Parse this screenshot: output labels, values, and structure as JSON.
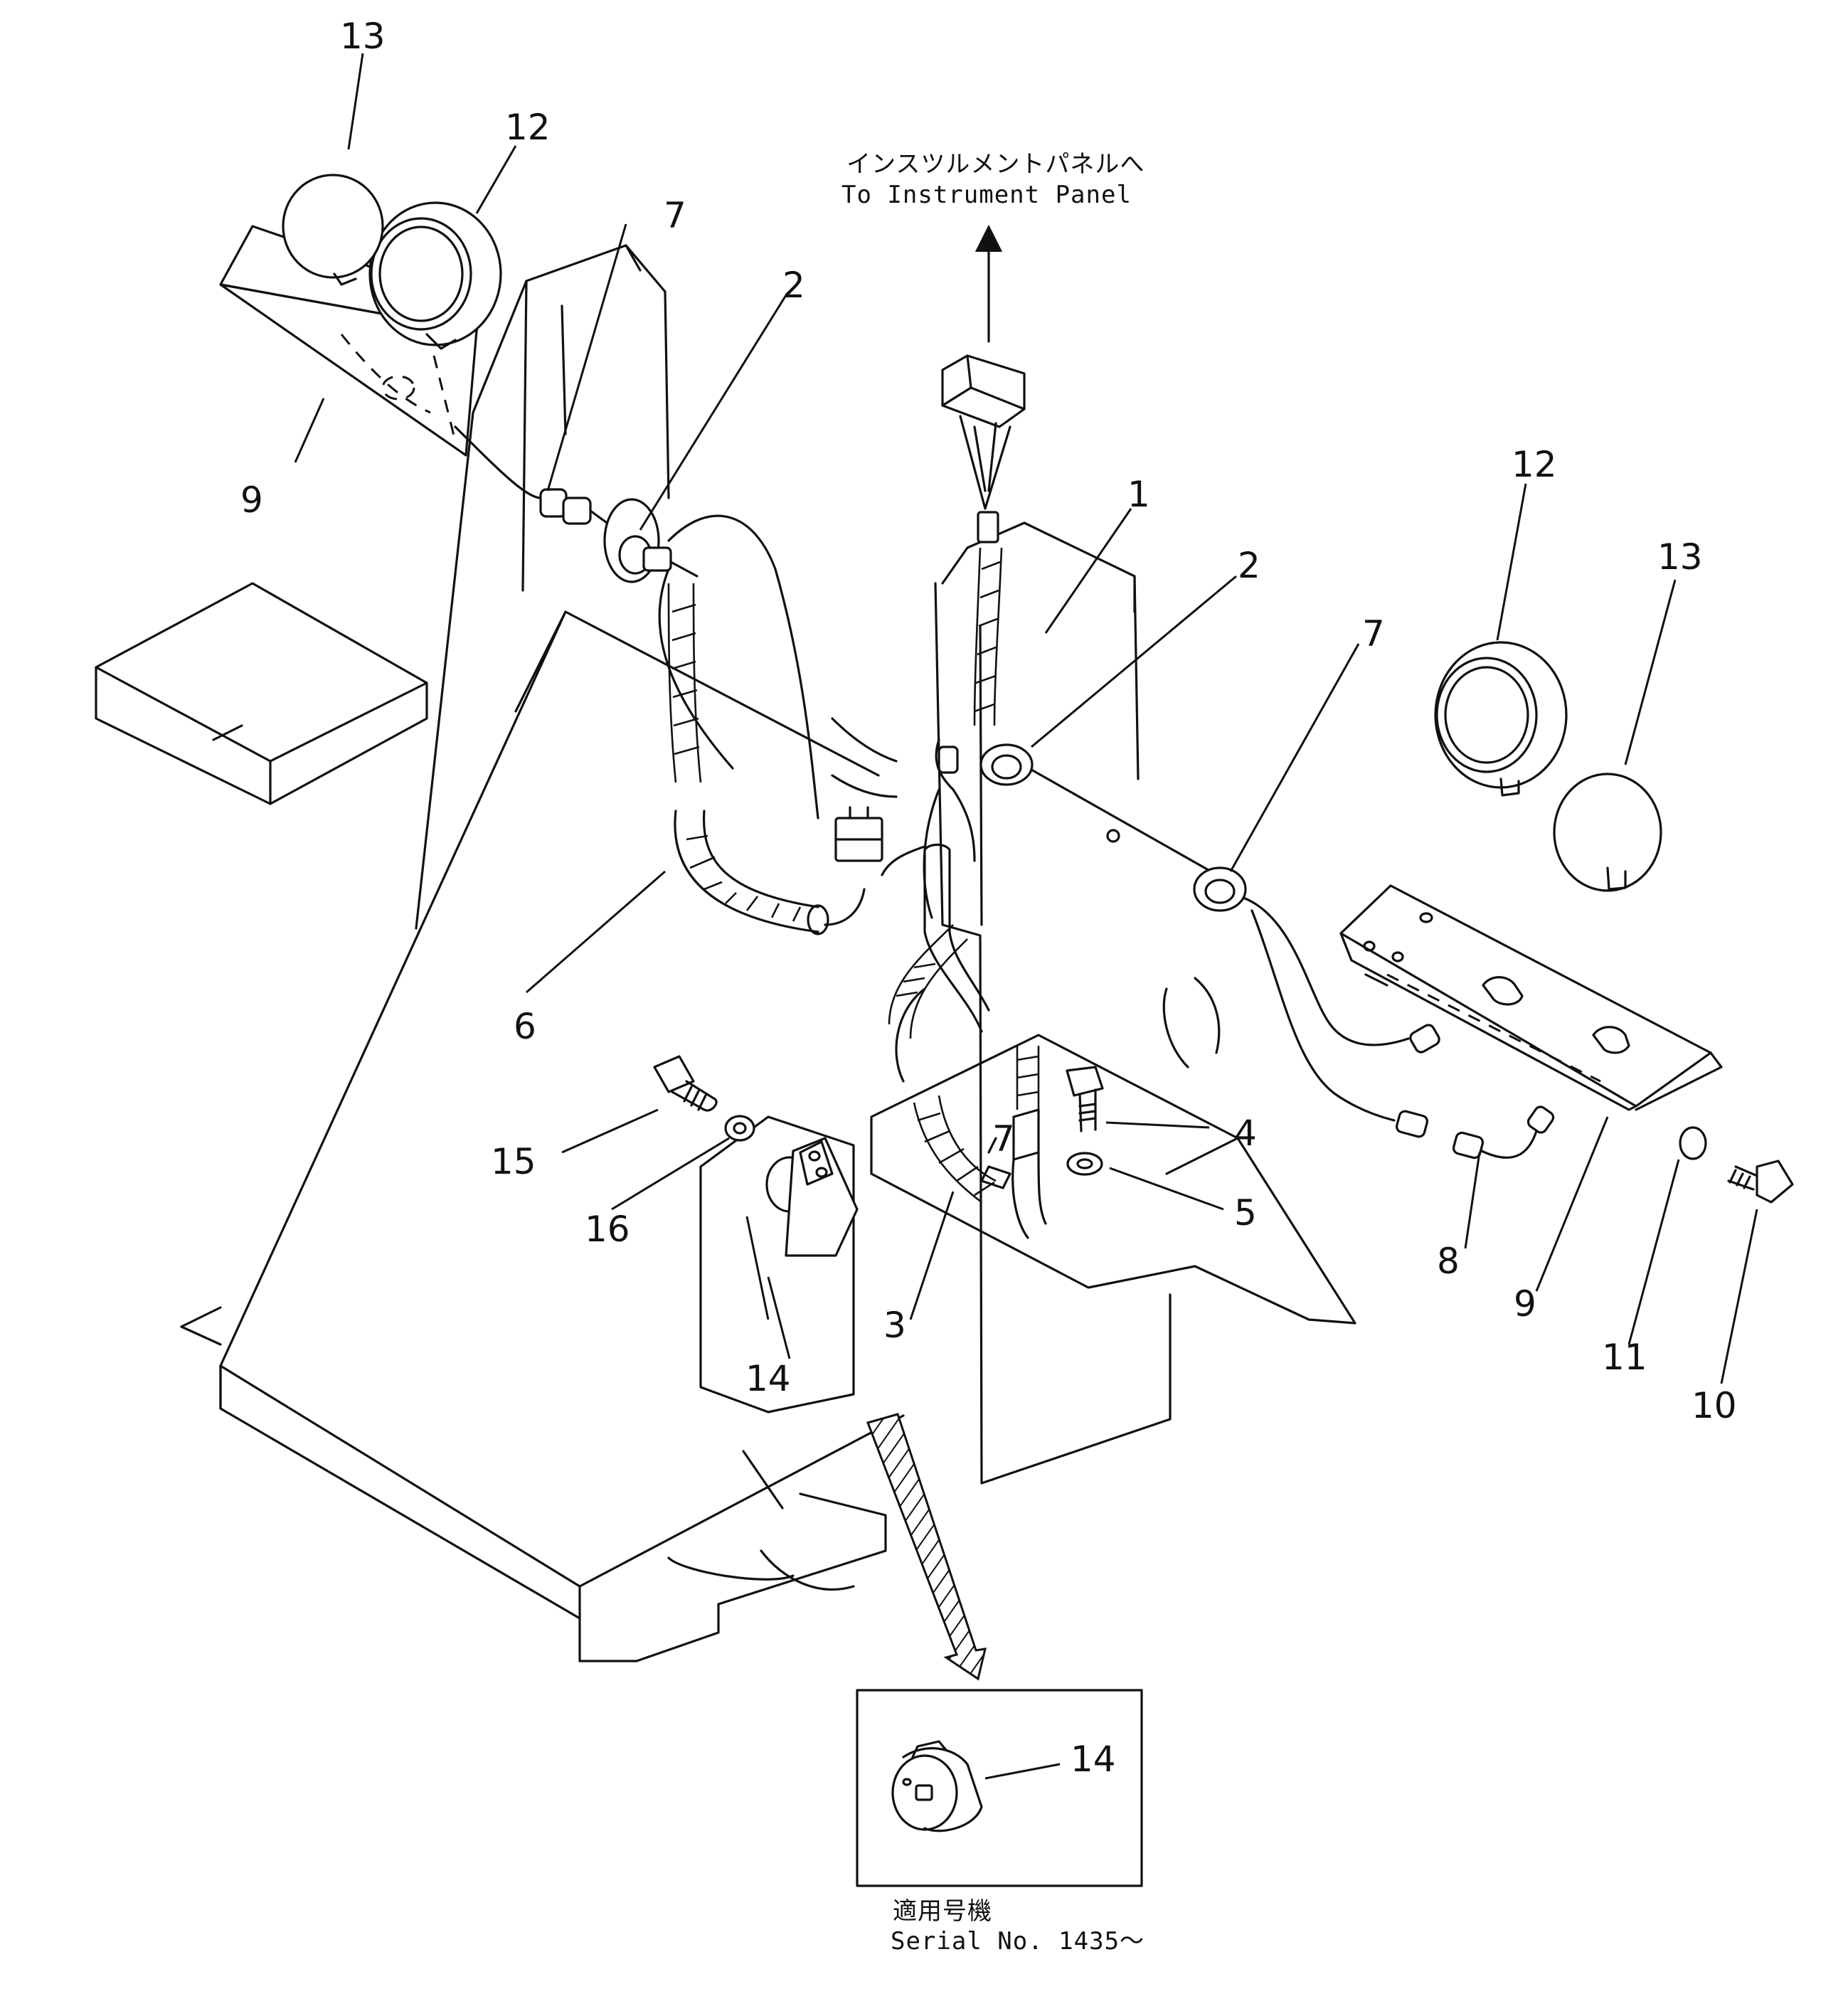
{
  "notes": {
    "instrument_panel_jp": "インスツルメントパネルへ",
    "instrument_panel_en": "To Instrument Panel",
    "serial_jp": "適用号機",
    "serial_en": "Serial No. 1435～"
  },
  "callouts": {
    "c1": "1",
    "c2a": "2",
    "c2b": "2",
    "c3": "3",
    "c4": "4",
    "c5": "5",
    "c6": "6",
    "c7a": "7",
    "c7b": "7",
    "c8": "8",
    "c9a": "9",
    "c9b": "9",
    "c10": "10",
    "c11": "11",
    "c12a": "12",
    "c12b": "12",
    "c13a": "13",
    "c13b": "13",
    "c14a": "14",
    "c14b": "14",
    "c15": "15",
    "c16": "16"
  }
}
